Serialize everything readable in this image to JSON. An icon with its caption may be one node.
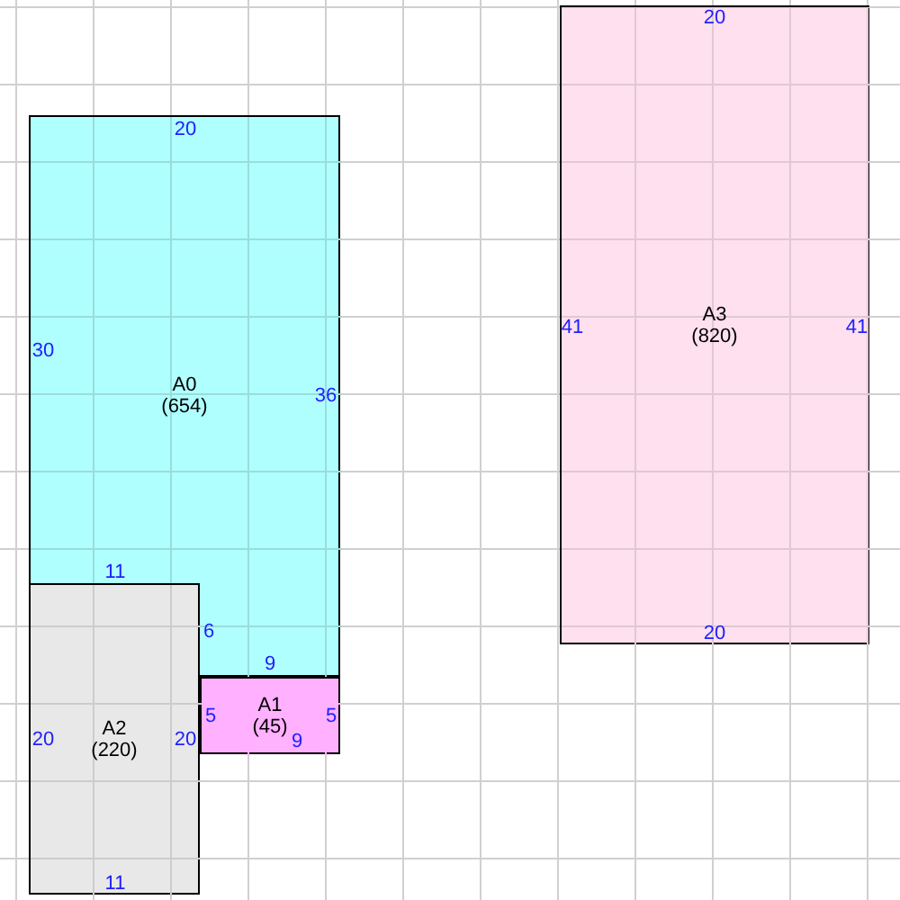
{
  "diagram": {
    "nodes": [
      {
        "text": [
          "A0",
          "(654)",
          "20",
          "30",
          "36",
          "11",
          "6",
          "9"
        ]
      },
      {
        "text": [
          "A1",
          "(45)",
          "5",
          "5",
          "9"
        ]
      },
      {
        "text": [
          "A2",
          "(220)",
          "20",
          "20",
          "11"
        ]
      },
      {
        "text": [
          "A3",
          "(820)",
          "20",
          "41",
          "41",
          "20"
        ]
      }
    ]
  }
}
